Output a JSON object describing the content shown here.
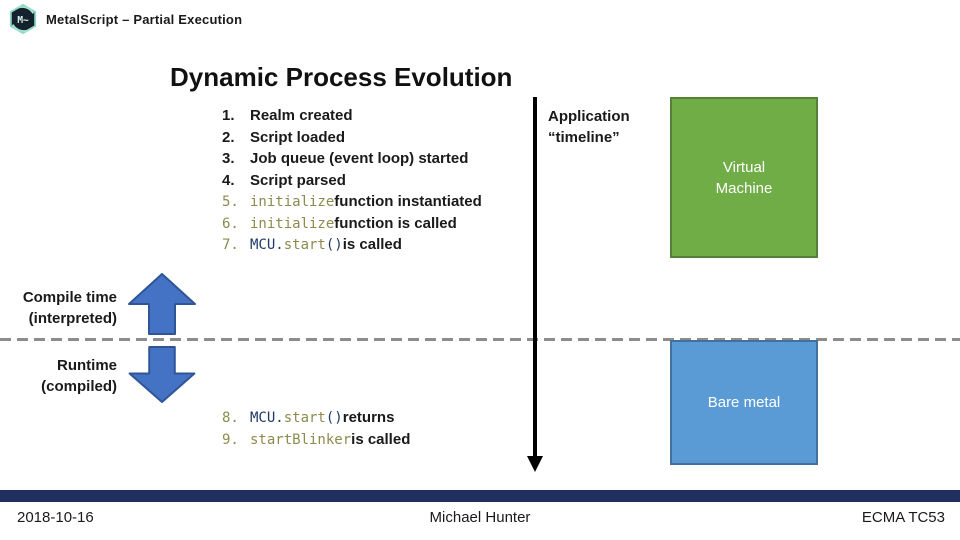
{
  "header": {
    "logo_text": "M~",
    "title": "MetalScript – Partial Execution"
  },
  "slide": {
    "title": "Dynamic Process Evolution",
    "timeline_label": {
      "line1": "Application",
      "line2": "“timeline”"
    },
    "steps_top": [
      {
        "num": "1.",
        "code_num": false,
        "segments": [
          {
            "text": "Realm created",
            "style": "plain"
          }
        ]
      },
      {
        "num": "2.",
        "code_num": false,
        "segments": [
          {
            "text": "Script loaded",
            "style": "plain"
          }
        ]
      },
      {
        "num": "3.",
        "code_num": false,
        "segments": [
          {
            "text": "Job queue (event loop) started",
            "style": "plain"
          }
        ]
      },
      {
        "num": "4.",
        "code_num": false,
        "segments": [
          {
            "text": "Script parsed",
            "style": "plain"
          }
        ]
      },
      {
        "num": "5.",
        "code_num": true,
        "segments": [
          {
            "text": "initialize",
            "style": "olive"
          },
          {
            "text": " function instantiated",
            "style": "plain"
          }
        ]
      },
      {
        "num": "6.",
        "code_num": true,
        "segments": [
          {
            "text": "initialize",
            "style": "olive"
          },
          {
            "text": " function is called",
            "style": "plain"
          }
        ]
      },
      {
        "num": "7.",
        "code_num": true,
        "segments": [
          {
            "text": "MCU.",
            "style": "navy"
          },
          {
            "text": "start",
            "style": "olive"
          },
          {
            "text": "()",
            "style": "navy"
          },
          {
            "text": " is called",
            "style": "plain"
          }
        ]
      }
    ],
    "steps_bottom": [
      {
        "num": "8.",
        "code_num": true,
        "segments": [
          {
            "text": "MCU.",
            "style": "navy"
          },
          {
            "text": "start",
            "style": "olive"
          },
          {
            "text": "()",
            "style": "navy"
          },
          {
            "text": " returns",
            "style": "plain"
          }
        ]
      },
      {
        "num": "9.",
        "code_num": true,
        "segments": [
          {
            "text": "startBlinker",
            "style": "olive"
          },
          {
            "text": " is called",
            "style": "plain"
          }
        ]
      }
    ],
    "phase_labels": {
      "compile_line1": "Compile time",
      "compile_line2": "(interpreted)",
      "runtime_line1": "Runtime",
      "runtime_line2": "(compiled)"
    },
    "boxes": {
      "vm": {
        "label_line1": "Virtual",
        "label_line2": "Machine",
        "fill": "#70AD47",
        "border": "#548235"
      },
      "bare": {
        "label": "Bare metal",
        "fill": "#5B9BD5",
        "border": "#41719C"
      }
    },
    "arrow_fill": "#4472C4",
    "arrow_border": "#2F5597",
    "dash_color": "#8C8C8C"
  },
  "code_colors": {
    "olive": "#8B8B4E",
    "navy": "#1F3864"
  },
  "footer": {
    "bar_color": "#1F3060",
    "date": "2018-10-16",
    "author": "Michael Hunter",
    "org": "ECMA TC53"
  }
}
